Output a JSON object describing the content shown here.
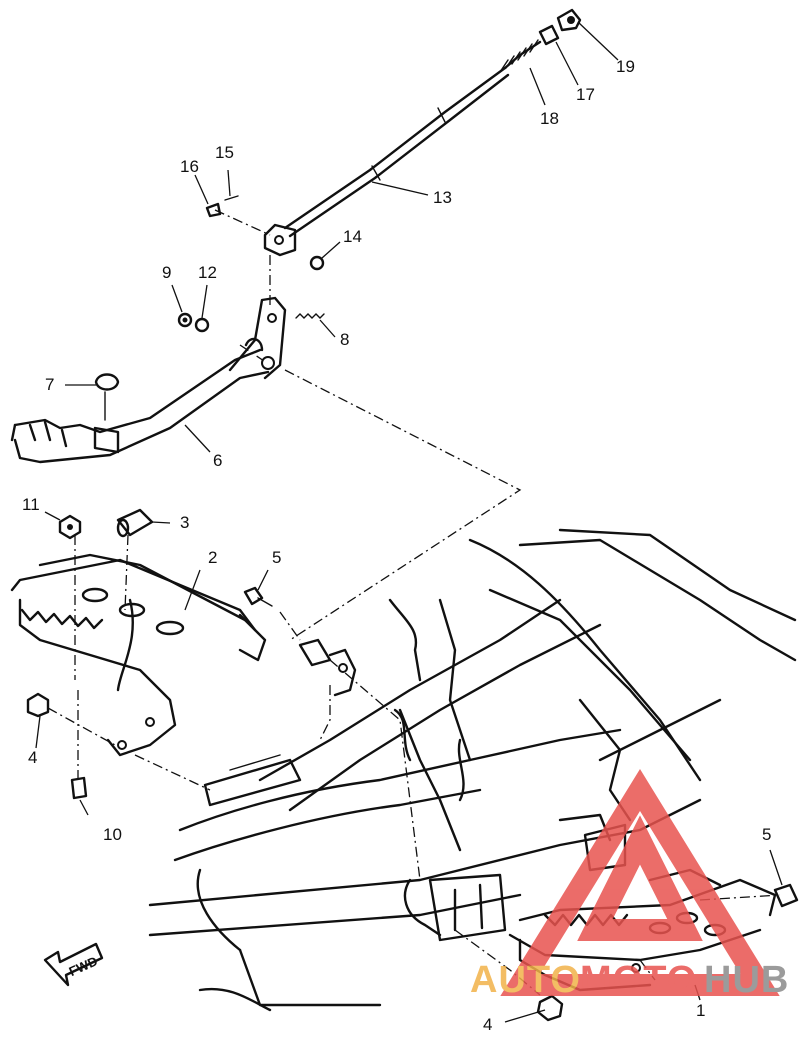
{
  "diagram": {
    "callouts": [
      {
        "id": "1",
        "label": "1"
      },
      {
        "id": "2",
        "label": "2"
      },
      {
        "id": "3",
        "label": "3"
      },
      {
        "id": "4a",
        "label": "4"
      },
      {
        "id": "4b",
        "label": "4"
      },
      {
        "id": "5a",
        "label": "5"
      },
      {
        "id": "5b",
        "label": "5"
      },
      {
        "id": "6",
        "label": "6"
      },
      {
        "id": "7",
        "label": "7"
      },
      {
        "id": "8",
        "label": "8"
      },
      {
        "id": "9",
        "label": "9"
      },
      {
        "id": "10",
        "label": "10"
      },
      {
        "id": "11",
        "label": "11"
      },
      {
        "id": "12",
        "label": "12"
      },
      {
        "id": "13",
        "label": "13"
      },
      {
        "id": "14",
        "label": "14"
      },
      {
        "id": "15",
        "label": "15"
      },
      {
        "id": "16",
        "label": "16"
      },
      {
        "id": "17",
        "label": "17"
      },
      {
        "id": "18",
        "label": "18"
      },
      {
        "id": "19",
        "label": "19"
      }
    ],
    "fwd_label": "FWD"
  },
  "watermark": {
    "text_left": "AUTO",
    "text_mid": "MOTO",
    "text_right": "HUB",
    "color_red": "#e8534f",
    "color_orange": "#f2b24a",
    "color_gray": "#8a8a8a"
  }
}
